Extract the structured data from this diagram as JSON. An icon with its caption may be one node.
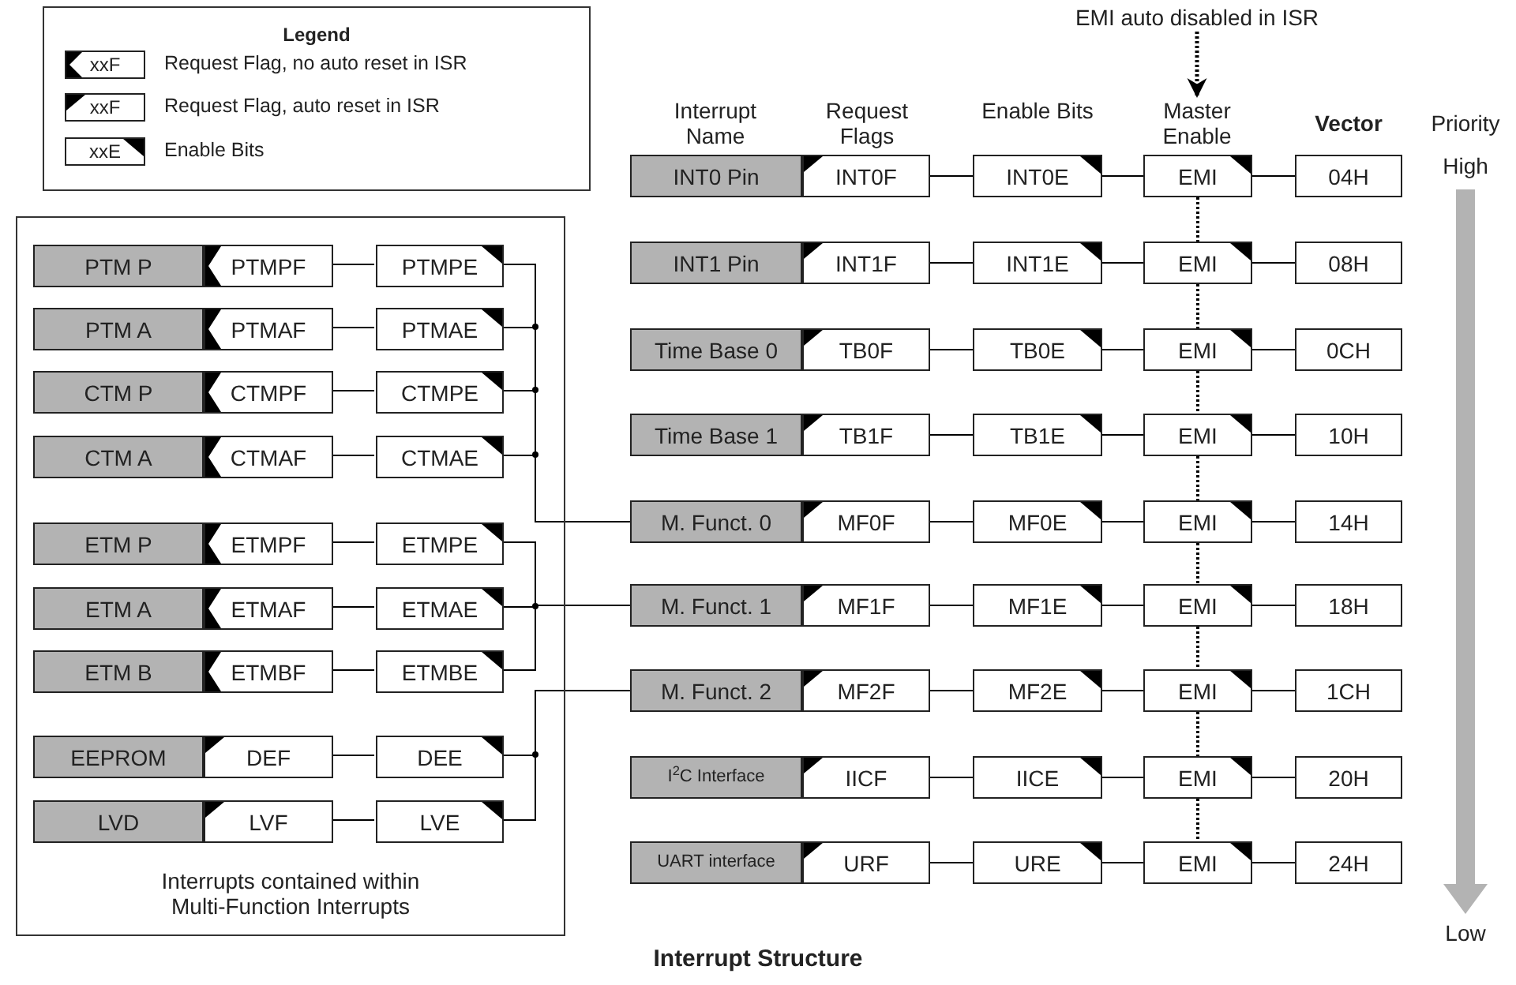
{
  "diagram": {
    "caption": "Interrupt Structure",
    "nodes": [
      {
        "text": [
          "Legend"
        ]
      },
      {
        "text": [
          "xxF"
        ],
        "in": 0,
        "beside": [
          "Request Flag, no auto reset in ISR"
        ]
      },
      {
        "text": [
          "xxF"
        ],
        "in": 0,
        "beside": [
          "Request Flag, auto reset in ISR"
        ]
      },
      {
        "text": [
          "xxE"
        ],
        "in": 0,
        "beside": [
          "Enable Bits"
        ]
      },
      {
        "text": [
          "Interrupts contained within Multi-Function Interrupts"
        ]
      },
      {
        "text": [
          "PTM P"
        ],
        "in": 4
      },
      {
        "text": [
          "PTMPF"
        ],
        "in": 4
      },
      {
        "text": [
          "PTMPE"
        ],
        "in": 4
      },
      {
        "text": [
          "PTM A"
        ],
        "in": 4
      },
      {
        "text": [
          "PTMAF"
        ],
        "in": 4
      },
      {
        "text": [
          "PTMAE"
        ],
        "in": 4
      },
      {
        "text": [
          "CTM P"
        ],
        "in": 4
      },
      {
        "text": [
          "CTMPF"
        ],
        "in": 4
      },
      {
        "text": [
          "CTMPE"
        ],
        "in": 4
      },
      {
        "text": [
          "CTM A"
        ],
        "in": 4
      },
      {
        "text": [
          "CTMAF"
        ],
        "in": 4
      },
      {
        "text": [
          "CTMAE"
        ],
        "in": 4
      },
      {
        "text": [
          "ETM P"
        ],
        "in": 4
      },
      {
        "text": [
          "ETMPF"
        ],
        "in": 4
      },
      {
        "text": [
          "ETMPE"
        ],
        "in": 4
      },
      {
        "text": [
          "ETM A"
        ],
        "in": 4
      },
      {
        "text": [
          "ETMAF"
        ],
        "in": 4
      },
      {
        "text": [
          "ETMAE"
        ],
        "in": 4
      },
      {
        "text": [
          "ETM B"
        ],
        "in": 4
      },
      {
        "text": [
          "ETMBF"
        ],
        "in": 4
      },
      {
        "text": [
          "ETMBE"
        ],
        "in": 4
      },
      {
        "text": [
          "EEPROM"
        ],
        "in": 4
      },
      {
        "text": [
          "DEF"
        ],
        "in": 4
      },
      {
        "text": [
          "DEE"
        ],
        "in": 4
      },
      {
        "text": [
          "LVD"
        ],
        "in": 4
      },
      {
        "text": [
          "LVF"
        ],
        "in": 4
      },
      {
        "text": [
          "LVE"
        ],
        "in": 4
      },
      {
        "text": [
          "EMI auto disabled in ISR"
        ]
      },
      {
        "text": [
          "INT0 Pin"
        ]
      },
      {
        "text": [
          "INT0F"
        ]
      },
      {
        "text": [
          "INT0E"
        ]
      },
      {
        "text": [
          "EMI"
        ]
      },
      {
        "text": [
          "04H"
        ]
      },
      {
        "text": [
          "INT1 Pin"
        ]
      },
      {
        "text": [
          "INT1F"
        ]
      },
      {
        "text": [
          "INT1E"
        ]
      },
      {
        "text": [
          "EMI"
        ]
      },
      {
        "text": [
          "08H"
        ]
      },
      {
        "text": [
          "Time Base 0"
        ]
      },
      {
        "text": [
          "TB0F"
        ]
      },
      {
        "text": [
          "TB0E"
        ]
      },
      {
        "text": [
          "EMI"
        ]
      },
      {
        "text": [
          "0CH"
        ]
      },
      {
        "text": [
          "Time Base 1"
        ]
      },
      {
        "text": [
          "TB1F"
        ]
      },
      {
        "text": [
          "TB1E"
        ]
      },
      {
        "text": [
          "EMI"
        ]
      },
      {
        "text": [
          "10H"
        ]
      },
      {
        "text": [
          "M. Funct. 0"
        ]
      },
      {
        "text": [
          "MF0F"
        ]
      },
      {
        "text": [
          "MF0E"
        ]
      },
      {
        "text": [
          "EMI"
        ]
      },
      {
        "text": [
          "14H"
        ]
      },
      {
        "text": [
          "M. Funct. 1"
        ]
      },
      {
        "text": [
          "MF1F"
        ]
      },
      {
        "text": [
          "MF1E"
        ]
      },
      {
        "text": [
          "EMI"
        ]
      },
      {
        "text": [
          "18H"
        ]
      },
      {
        "text": [
          "M. Funct. 2"
        ]
      },
      {
        "text": [
          "MF2F"
        ]
      },
      {
        "text": [
          "MF2E"
        ]
      },
      {
        "text": [
          "EMI"
        ]
      },
      {
        "text": [
          "1CH"
        ]
      },
      {
        "text": [
          "I$^{2}$C Interface"
        ]
      },
      {
        "text": [
          "IICF"
        ]
      },
      {
        "text": [
          "IICE"
        ]
      },
      {
        "text": [
          "EMI"
        ]
      },
      {
        "text": [
          "20H"
        ]
      },
      {
        "text": [
          "UART interface"
        ]
      },
      {
        "text": [
          "URF"
        ]
      },
      {
        "text": [
          "URE"
        ]
      },
      {
        "text": [
          "EMI"
        ]
      },
      {
        "text": [
          "24H"
        ]
      },
      {
        "text": [
          "Master Enable"
        ]
      }
    ],
    "edges": [
      {
        "from": 6,
        "to": 7,
        "arrow": "none"
      },
      {
        "from": 9,
        "to": 10,
        "arrow": "none"
      },
      {
        "from": 12,
        "to": 13,
        "arrow": "none"
      },
      {
        "from": 15,
        "to": 16,
        "arrow": "none"
      },
      {
        "from": 18,
        "to": 19,
        "arrow": "none"
      },
      {
        "from": 21,
        "to": 22,
        "arrow": "none"
      },
      {
        "from": 24,
        "to": 25,
        "arrow": "none"
      },
      {
        "from": 27,
        "to": 28,
        "arrow": "none"
      },
      {
        "from": 30,
        "to": 31,
        "arrow": "none"
      },
      {
        "from": 7,
        "to": 53,
        "arrow": "none"
      },
      {
        "from": 10,
        "to": 53,
        "arrow": "none"
      },
      {
        "from": 13,
        "to": 53,
        "arrow": "none"
      },
      {
        "from": 16,
        "to": 53,
        "arrow": "none"
      },
      {
        "from": 19,
        "to": 58,
        "arrow": "none"
      },
      {
        "from": 22,
        "to": 58,
        "arrow": "none"
      },
      {
        "from": 25,
        "to": 58,
        "arrow": "none"
      },
      {
        "from": 28,
        "to": 63,
        "arrow": "none"
      },
      {
        "from": 31,
        "to": 63,
        "arrow": "none"
      },
      {
        "from": 34,
        "to": 35,
        "arrow": "none"
      },
      {
        "from": 35,
        "to": 36,
        "arrow": "none"
      },
      {
        "from": 36,
        "to": 37,
        "arrow": "none"
      },
      {
        "from": 39,
        "to": 40,
        "arrow": "none"
      },
      {
        "from": 40,
        "to": 41,
        "arrow": "none"
      },
      {
        "from": 41,
        "to": 42,
        "arrow": "none"
      },
      {
        "from": 44,
        "to": 45,
        "arrow": "none"
      },
      {
        "from": 45,
        "to": 46,
        "arrow": "none"
      },
      {
        "from": 46,
        "to": 47,
        "arrow": "none"
      },
      {
        "from": 49,
        "to": 50,
        "arrow": "none"
      },
      {
        "from": 50,
        "to": 51,
        "arrow": "none"
      },
      {
        "from": 51,
        "to": 52,
        "arrow": "none"
      },
      {
        "from": 54,
        "to": 55,
        "arrow": "none"
      },
      {
        "from": 55,
        "to": 56,
        "arrow": "none"
      },
      {
        "from": 56,
        "to": 57,
        "arrow": "none"
      },
      {
        "from": 59,
        "to": 60,
        "arrow": "none"
      },
      {
        "from": 60,
        "to": 61,
        "arrow": "none"
      },
      {
        "from": 61,
        "to": 62,
        "arrow": "none"
      },
      {
        "from": 64,
        "to": 65,
        "arrow": "none"
      },
      {
        "from": 65,
        "to": 66,
        "arrow": "none"
      },
      {
        "from": 66,
        "to": 67,
        "arrow": "none"
      },
      {
        "from": 69,
        "to": 70,
        "arrow": "none"
      },
      {
        "from": 70,
        "to": 71,
        "arrow": "none"
      },
      {
        "from": 71,
        "to": 72,
        "arrow": "none"
      },
      {
        "from": 74,
        "to": 75,
        "arrow": "none"
      },
      {
        "from": 75,
        "to": 76,
        "arrow": "none"
      },
      {
        "from": 76,
        "to": 77,
        "arrow": "none"
      },
      {
        "from": 36,
        "to": 41,
        "arrow": "none",
        "style": "dashed"
      },
      {
        "from": 41,
        "to": 46,
        "arrow": "none",
        "style": "dashed"
      },
      {
        "from": 46,
        "to": 51,
        "arrow": "none",
        "style": "dashed"
      },
      {
        "from": 51,
        "to": 56,
        "arrow": "none",
        "style": "dashed"
      },
      {
        "from": 56,
        "to": 61,
        "arrow": "none",
        "style": "dashed"
      },
      {
        "from": 61,
        "to": 66,
        "arrow": "none",
        "style": "dashed"
      },
      {
        "from": 66,
        "to": 71,
        "arrow": "none",
        "style": "dashed"
      },
      {
        "from": 71,
        "to": 76,
        "arrow": "none",
        "style": "dashed"
      },
      {
        "from": 32,
        "to": 78,
        "arrow": "to",
        "style": "dashed"
      }
    ],
    "labels": [
      "Interrupt Name",
      "Request Flags",
      "Enable Bits",
      "Vector",
      "Priority",
      "High",
      "Low"
    ]
  }
}
